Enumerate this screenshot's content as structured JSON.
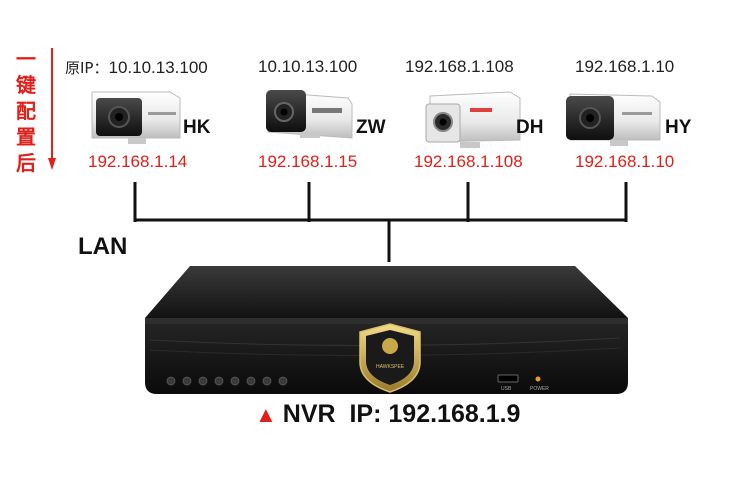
{
  "side_label": {
    "chars": [
      "一",
      "键",
      "配",
      "置",
      "后"
    ]
  },
  "original_prefix": "原IP：",
  "cameras": [
    {
      "brand": "HK",
      "original_ip": "10.10.13.100",
      "new_ip": "192.168.1.14"
    },
    {
      "brand": "ZW",
      "original_ip": "10.10.13.100",
      "new_ip": "192.168.1.15"
    },
    {
      "brand": "DH",
      "original_ip": "192.168.1.108",
      "new_ip": "192.168.1.108"
    },
    {
      "brand": "HY",
      "original_ip": "192.168.1.10",
      "new_ip": "192.168.1.10"
    }
  ],
  "lan_label": "LAN",
  "nvr": {
    "label": "NVR",
    "ip_label": "IP:",
    "ip": "192.168.1.9",
    "badge_text": "HAWKSPEE",
    "usb_label": "USB",
    "power_label": "POWER"
  },
  "colors": {
    "accent_red": "#e0201a",
    "line": "#111111",
    "nvr_body": "#1b1b1b"
  }
}
